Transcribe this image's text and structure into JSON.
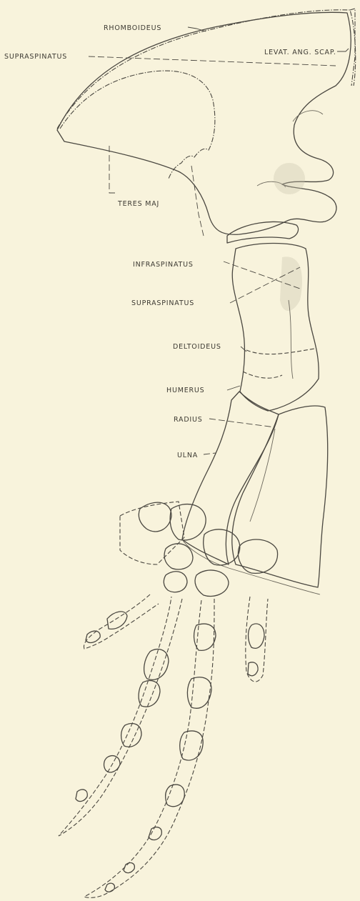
{
  "labels": {
    "rhomboideus": "RHOMBOIDEUS",
    "levat_ang_scap": "LEVAT. ANG. SCAP.",
    "supraspinatus_scapula": "SUPRASPINATUS",
    "teres_maj": "TERES MAJ",
    "infraspinatus": "INFRASPINATUS",
    "supraspinatus_humerus": "SUPRASPINATUS",
    "deltoideus": "DELTOIDEUS",
    "humerus": "HUMERUS",
    "radius": "RADIUS",
    "ulna": "ULNA"
  },
  "colors": {
    "paper": "#f8f3dc",
    "ink": "#4a4740"
  }
}
